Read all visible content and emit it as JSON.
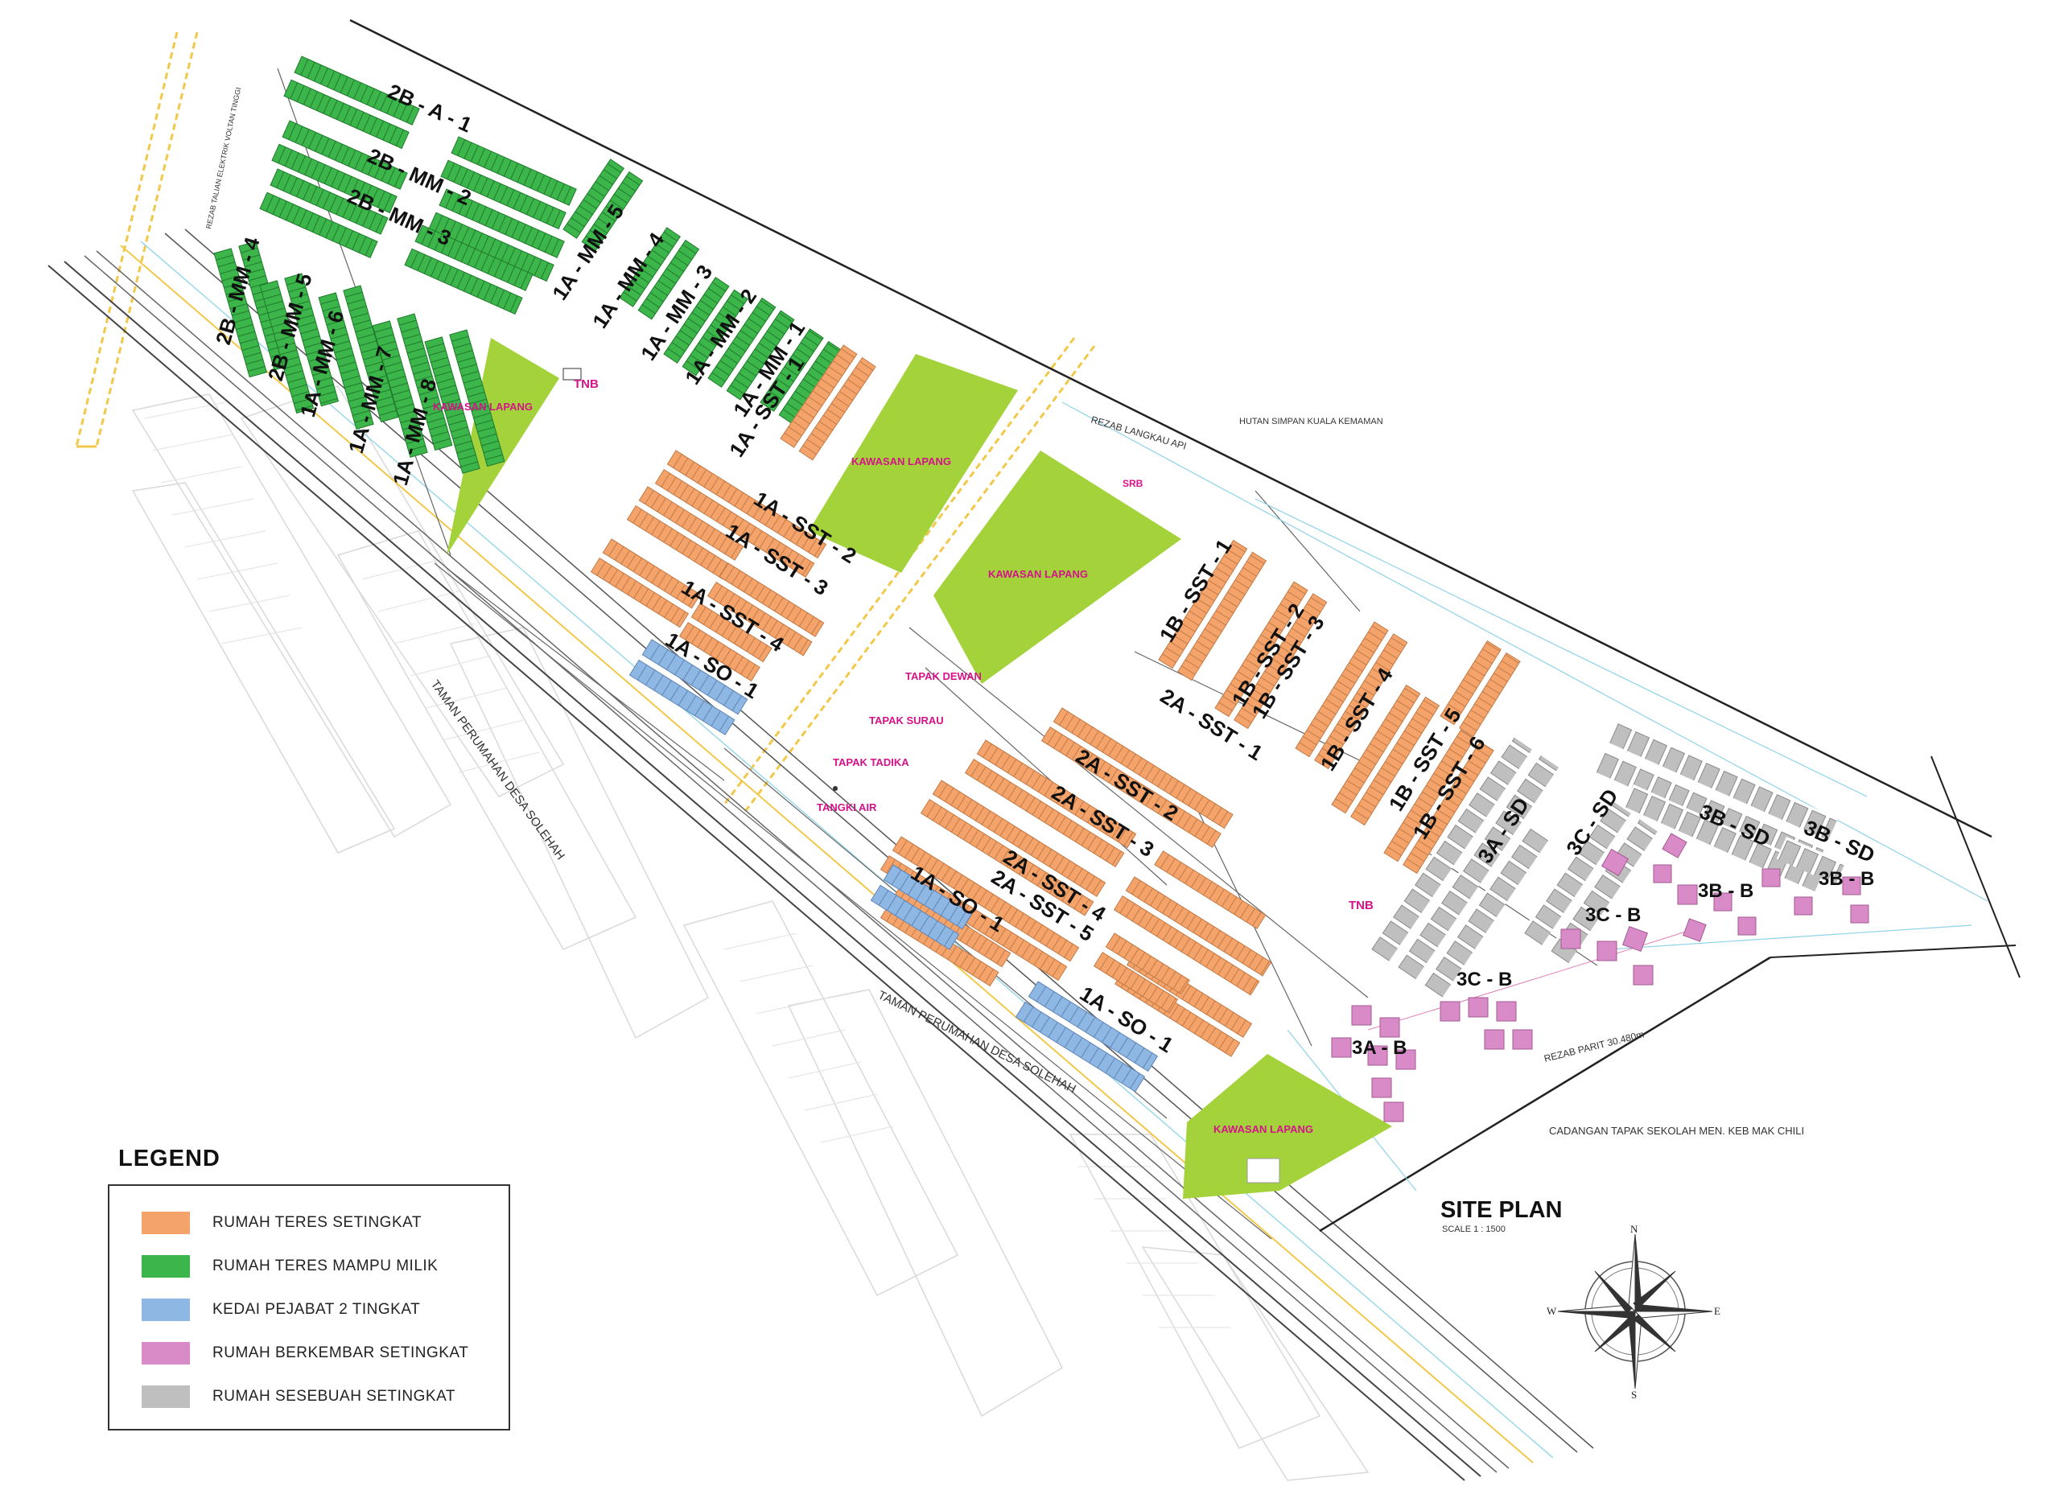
{
  "map": {
    "title": "SITE PLAN",
    "scale": "SCALE 1 : 1500",
    "colors": {
      "orange": "#F4A46A",
      "green": "#3CB54A",
      "blue": "#8FB7E3",
      "purple": "#D98BC8",
      "grey": "#BFBFBF",
      "lime": "#A4D23B",
      "pink_text": "#D6128A"
    },
    "block_labels": [
      "2B - A - 1",
      "2B - MM - 2",
      "2B - MM - 3",
      "2B - MM - 4",
      "2B - MM - 5",
      "1A - MM - 6",
      "1A - MM - 7",
      "1A - MM - 8",
      "1A - MM - 5",
      "1A - MM - 4",
      "1A - MM - 3",
      "1A - MM - 2",
      "1A - MM - 1",
      "1A - SST - 1",
      "1A - SST - 2",
      "1A - SST - 3",
      "1A - SST - 4",
      "1A - SO - 1",
      "1A - SO - 1",
      "1A - SO - 1",
      "1B - SST - 1",
      "1B - SST - 2",
      "1B - SST - 3",
      "1B - SST - 4",
      "1B - SST - 5",
      "1B - SST - 6",
      "2A - SST - 1",
      "2A - SST - 2",
      "2A - SST - 3",
      "2A - SST - 4",
      "2A - SST - 5",
      "3A - SD",
      "3C - SD",
      "3B - SD",
      "3B - SD",
      "3C - B",
      "3B - B",
      "3B - B",
      "3C - B",
      "3A - B"
    ],
    "area_labels": [
      "KAWASAN LAPANG",
      "KAWASAN LAPANG",
      "KAWASAN LAPANG",
      "KAWASAN LAPANG",
      "TNB",
      "TNB",
      "SRB",
      "TAPAK DEWAN",
      "TAPAK SURAU",
      "TAPAK TADIKA",
      "TANGKI AIR"
    ],
    "road_labels": [
      "HUTAN SIMPAN KUALA KEMAMAN",
      "REZAB LANGKAU API",
      "TAMAN PERUMAHAN DESA SOLEHAH",
      "TAMAN PERUMAHAN DESA SOLEHAH",
      "CADANGAN TAPAK SEKOLAH MEN. KEB MAK CHILI",
      "REZAB PARIT 30.480m",
      "REZAB TALIAN ELEKTRIK VOLTAN TINGGI"
    ],
    "compass": {
      "n": "N",
      "s": "S",
      "e": "E",
      "w": "W"
    }
  },
  "legend": {
    "title": "LEGEND",
    "items": [
      {
        "label": "RUMAH TERES SETINGKAT",
        "color": "#F4A46A"
      },
      {
        "label": "RUMAH TERES MAMPU MILIK",
        "color": "#3CB54A"
      },
      {
        "label": "KEDAI PEJABAT 2 TINGKAT",
        "color": "#8FB7E3"
      },
      {
        "label": "RUMAH BERKEMBAR SETINGKAT",
        "color": "#D98BC8"
      },
      {
        "label": "RUMAH SESEBUAH SETINGKAT",
        "color": "#BFBFBF"
      }
    ]
  }
}
